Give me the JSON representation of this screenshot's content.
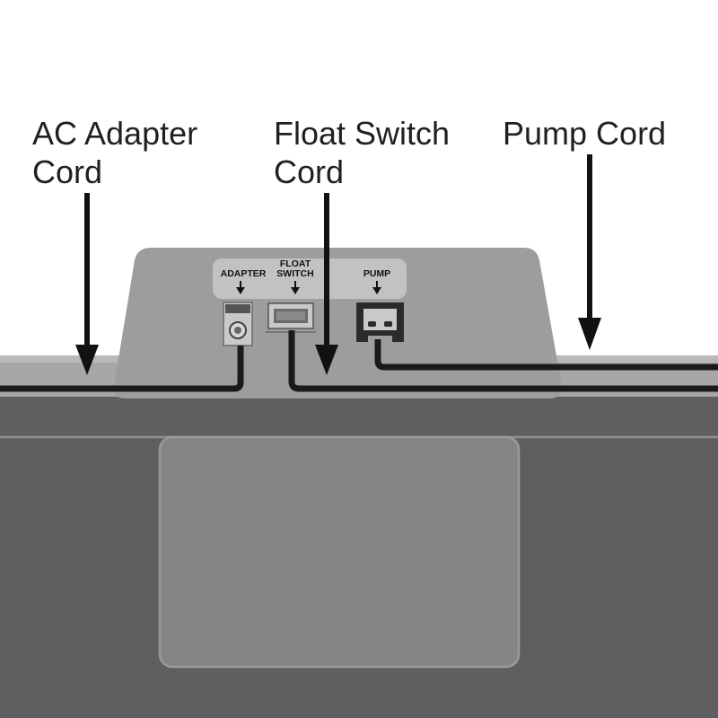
{
  "callouts": {
    "ac_adapter": "AC Adapter\nCord",
    "float_switch": "Float Switch\nCord",
    "pump": "Pump Cord"
  },
  "ports": {
    "adapter": "ADAPTER",
    "float_line1": "FLOAT",
    "float_line2": "SWITCH",
    "pump": "PUMP"
  },
  "colors": {
    "background": "#ffffff",
    "housing_top": "#a7a7a9",
    "housing_body": "#5f5f61",
    "control_box": "#9d9d9f",
    "label_strip": "#c2c2c4",
    "cord": "#1a1a1a",
    "callout_text": "#231f20"
  }
}
